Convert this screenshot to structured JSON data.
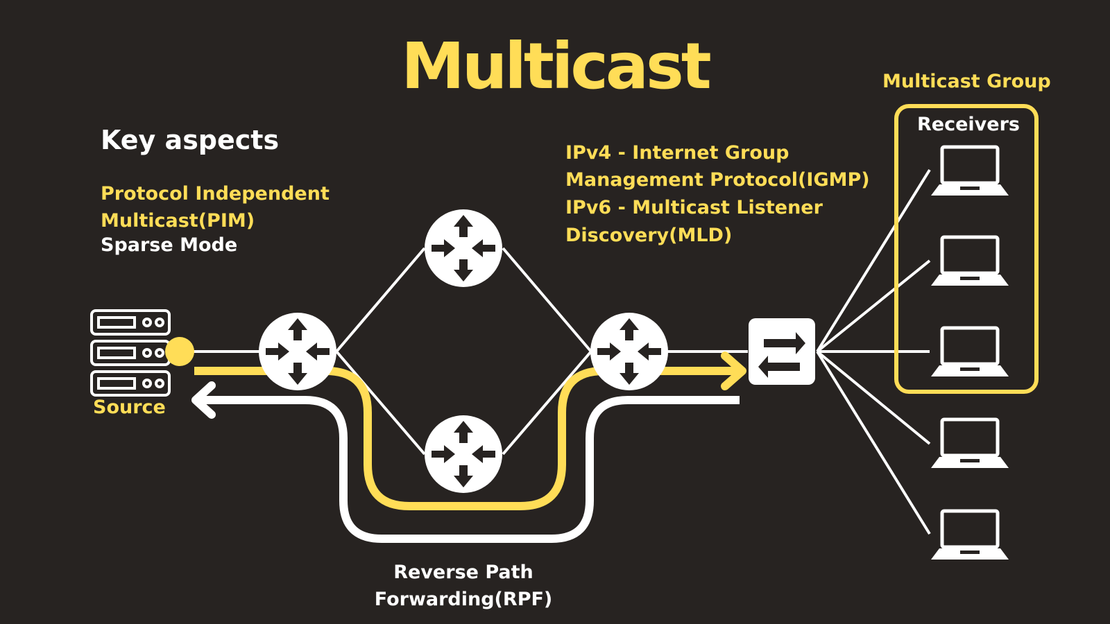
{
  "title": "Multicast",
  "key_aspects": {
    "heading": "Key aspects",
    "pim_line1": "Protocol Independent",
    "pim_line2": "Multicast(PIM)",
    "pim_mode": "Sparse Mode"
  },
  "membership": {
    "igmp_line1": "IPv4 - Internet Group",
    "igmp_line2": "Management Protocol(IGMP)",
    "mld_line1": "IPv6 - Multicast Listener",
    "mld_line2": "Discovery(MLD)"
  },
  "group": {
    "label": "Multicast Group",
    "receivers_label": "Receivers"
  },
  "source_label": "Source",
  "rpf": {
    "line1": "Reverse Path",
    "line2": "Forwarding(RPF)"
  },
  "colors": {
    "background": "#272321",
    "accent": "#FFDD57",
    "foreground": "#FFFFFF"
  },
  "icons": [
    "server-rack-icon",
    "router-icon",
    "switch-icon",
    "laptop-icon"
  ]
}
